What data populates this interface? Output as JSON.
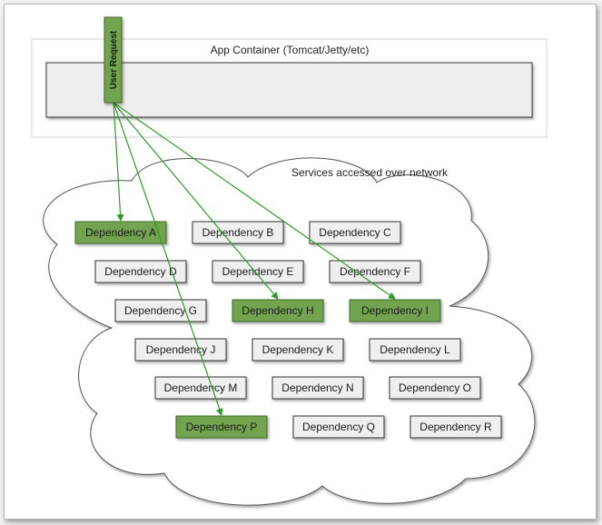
{
  "container": {
    "title": "App Container (Tomcat/Jetty/etc)"
  },
  "request": {
    "label": "User Request"
  },
  "network": {
    "label": "Services accessed over network"
  },
  "colors": {
    "active_fill": "#72a34f",
    "active_stroke": "#3c6a26",
    "inactive_fill": "#efefef",
    "inactive_stroke": "#333333",
    "arrow": "#2f9a2a",
    "cloud_stroke": "#555555"
  },
  "dependencies": [
    {
      "label": "Dependency A",
      "active": true
    },
    {
      "label": "Dependency B",
      "active": false
    },
    {
      "label": "Dependency C",
      "active": false
    },
    {
      "label": "Dependency D",
      "active": false
    },
    {
      "label": "Dependency E",
      "active": false
    },
    {
      "label": "Dependency F",
      "active": false
    },
    {
      "label": "Dependency G",
      "active": false
    },
    {
      "label": "Dependency H",
      "active": true
    },
    {
      "label": "Dependency I",
      "active": true
    },
    {
      "label": "Dependency J",
      "active": false
    },
    {
      "label": "Dependency K",
      "active": false
    },
    {
      "label": "Dependency L",
      "active": false
    },
    {
      "label": "Dependency M",
      "active": false
    },
    {
      "label": "Dependency N",
      "active": false
    },
    {
      "label": "Dependency O",
      "active": false
    },
    {
      "label": "Dependency P",
      "active": true
    },
    {
      "label": "Dependency Q",
      "active": false
    },
    {
      "label": "Dependency R",
      "active": false
    }
  ]
}
